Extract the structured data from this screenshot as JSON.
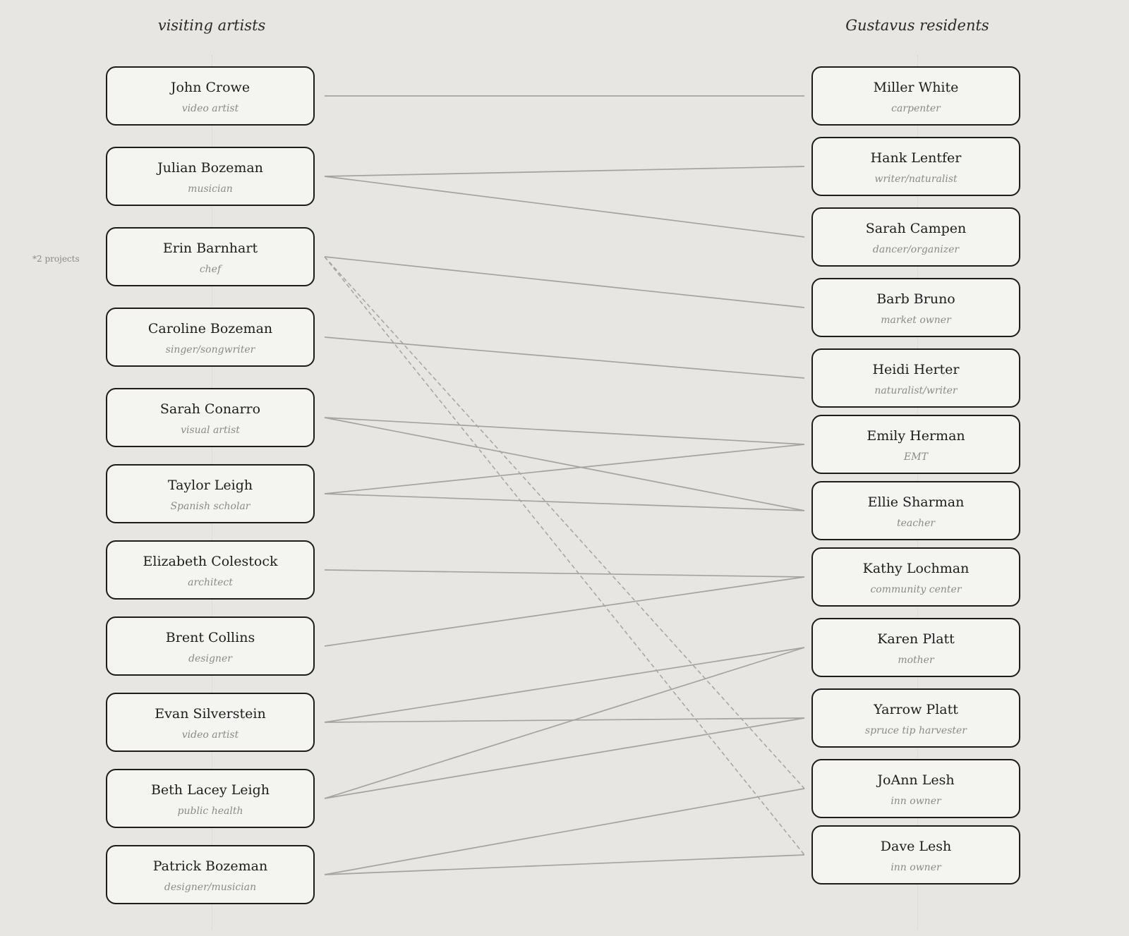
{
  "headings": {
    "left": "visiting artists",
    "right": "Gustavus residents"
  },
  "note": "*2 projects",
  "artists": [
    {
      "name": "John Crowe",
      "role": "video artist"
    },
    {
      "name": "Julian Bozeman",
      "role": "musician"
    },
    {
      "name": "Erin Barnhart",
      "role": "chef"
    },
    {
      "name": "Caroline Bozeman",
      "role": "singer/songwriter"
    },
    {
      "name": "Sarah Conarro",
      "role": "visual artist"
    },
    {
      "name": "Taylor Leigh",
      "role": "Spanish scholar"
    },
    {
      "name": "Elizabeth Colestock",
      "role": "architect"
    },
    {
      "name": "Brent Collins",
      "role": "designer"
    },
    {
      "name": "Evan Silverstein",
      "role": "video artist"
    },
    {
      "name": "Beth Lacey Leigh",
      "role": "public health"
    },
    {
      "name": "Patrick Bozeman",
      "role": "designer/musician"
    }
  ],
  "residents": [
    {
      "name": "Miller White",
      "role": "carpenter"
    },
    {
      "name": "Hank Lentfer",
      "role": "writer/naturalist"
    },
    {
      "name": "Sarah Campen",
      "role": "dancer/organizer"
    },
    {
      "name": "Barb Bruno",
      "role": "market owner"
    },
    {
      "name": "Heidi Herter",
      "role": "naturalist/writer"
    },
    {
      "name": "Emily Herman",
      "role": "EMT"
    },
    {
      "name": "Ellie Sharman",
      "role": "teacher"
    },
    {
      "name": "Kathy Lochman",
      "role": "community center"
    },
    {
      "name": "Karen Platt",
      "role": "mother"
    },
    {
      "name": "Yarrow Platt",
      "role": "spruce tip harvester"
    },
    {
      "name": "JoAnn Lesh",
      "role": "inn owner"
    },
    {
      "name": "Dave Lesh",
      "role": "inn owner"
    }
  ],
  "links": [
    {
      "artist": "John Crowe",
      "resident": "Miller White",
      "style": "solid"
    },
    {
      "artist": "Julian Bozeman",
      "resident": "Hank Lentfer",
      "style": "solid"
    },
    {
      "artist": "Julian Bozeman",
      "resident": "Sarah Campen",
      "style": "solid"
    },
    {
      "artist": "Erin Barnhart",
      "resident": "Barb Bruno",
      "style": "solid"
    },
    {
      "artist": "Erin Barnhart",
      "resident": "JoAnn Lesh",
      "style": "dashed"
    },
    {
      "artist": "Erin Barnhart",
      "resident": "Dave Lesh",
      "style": "dashed"
    },
    {
      "artist": "Caroline Bozeman",
      "resident": "Heidi Herter",
      "style": "solid"
    },
    {
      "artist": "Sarah Conarro",
      "resident": "Emily Herman",
      "style": "solid"
    },
    {
      "artist": "Sarah Conarro",
      "resident": "Ellie Sharman",
      "style": "solid"
    },
    {
      "artist": "Taylor Leigh",
      "resident": "Emily Herman",
      "style": "solid"
    },
    {
      "artist": "Taylor Leigh",
      "resident": "Ellie Sharman",
      "style": "solid"
    },
    {
      "artist": "Elizabeth Colestock",
      "resident": "Kathy Lochman",
      "style": "solid"
    },
    {
      "artist": "Brent Collins",
      "resident": "Kathy Lochman",
      "style": "solid"
    },
    {
      "artist": "Evan Silverstein",
      "resident": "Karen Platt",
      "style": "solid"
    },
    {
      "artist": "Evan Silverstein",
      "resident": "Yarrow Platt",
      "style": "solid"
    },
    {
      "artist": "Beth Lacey Leigh",
      "resident": "Karen Platt",
      "style": "solid"
    },
    {
      "artist": "Beth Lacey Leigh",
      "resident": "Yarrow Platt",
      "style": "solid"
    },
    {
      "artist": "Patrick Bozeman",
      "resident": "JoAnn Lesh",
      "style": "solid"
    },
    {
      "artist": "Patrick Bozeman",
      "resident": "Dave Lesh",
      "style": "solid"
    }
  ]
}
